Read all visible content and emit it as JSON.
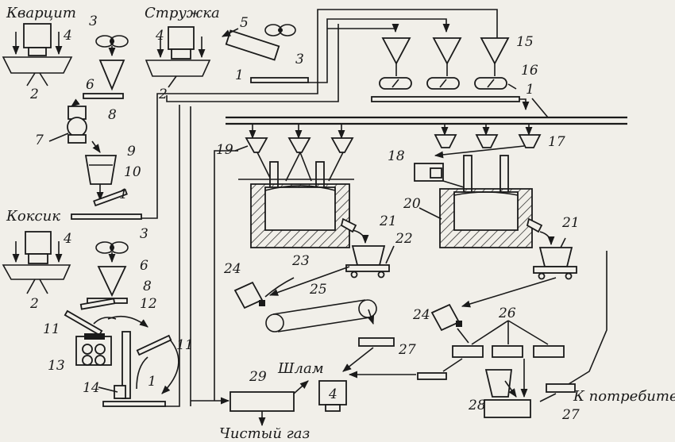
{
  "material_labels": {
    "quartzite": "Кварцит",
    "shavings": "Стружка",
    "coke": "Коксик",
    "sludge": "Шлам",
    "clean_gas": "Чистый газ",
    "to_consumer": "К потребителю"
  },
  "numbers": {
    "n1": "1",
    "n2": "2",
    "n3": "3",
    "n4": "4",
    "n5": "5",
    "n6": "6",
    "n7": "7",
    "n8": "8",
    "n9": "9",
    "n10": "10",
    "n11": "11",
    "n12": "12",
    "n13": "13",
    "n14": "14",
    "n15": "15",
    "n16": "16",
    "n17": "17",
    "n18": "18",
    "n19": "19",
    "n20": "20",
    "n21": "21",
    "n22": "22",
    "n23": "23",
    "n24": "24",
    "n25": "25",
    "n26": "26",
    "n27": "27",
    "n28": "28",
    "n29": "29"
  },
  "colors": {
    "ink": "#1a1a1a",
    "paper": "#f1efe9"
  }
}
